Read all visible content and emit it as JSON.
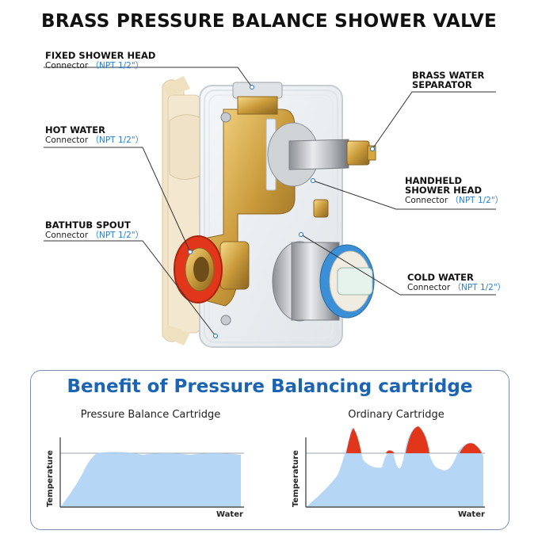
{
  "title": "BRASS PRESSURE BALANCE SHOWER VALVE",
  "connector_word": "Connector",
  "spec": "（NPT 1/2\"）",
  "callouts": {
    "fixed_shower_head": "FIXED SHOWER HEAD",
    "hot_water": "HOT WATER",
    "bathtub_spout": "BATHTUB SPOUT",
    "brass_water_separator_1": "BRASS WATER",
    "brass_water_separator_2": "SEPARATOR",
    "handheld_shower_head_1": "HANDHELD",
    "handheld_shower_head_2": "SHOWER HEAD",
    "cold_water": "COLD WATER"
  },
  "benefit_title": "Benefit of Pressure Balancing cartridge",
  "charts": {
    "left": {
      "title": "Pressure Balance Cartridge",
      "ylabel": "Temperature",
      "xlabel": "Water"
    },
    "right": {
      "title": "Ordinary Cartridge",
      "ylabel": "Temperature",
      "xlabel": "Water"
    }
  },
  "colors": {
    "accent_blue": "#1b63b3",
    "spec_blue": "#2a7fd4",
    "hot_red": "#e2361b",
    "fill_blue": "#a9cff4",
    "panel_border": "#7a8fae"
  }
}
